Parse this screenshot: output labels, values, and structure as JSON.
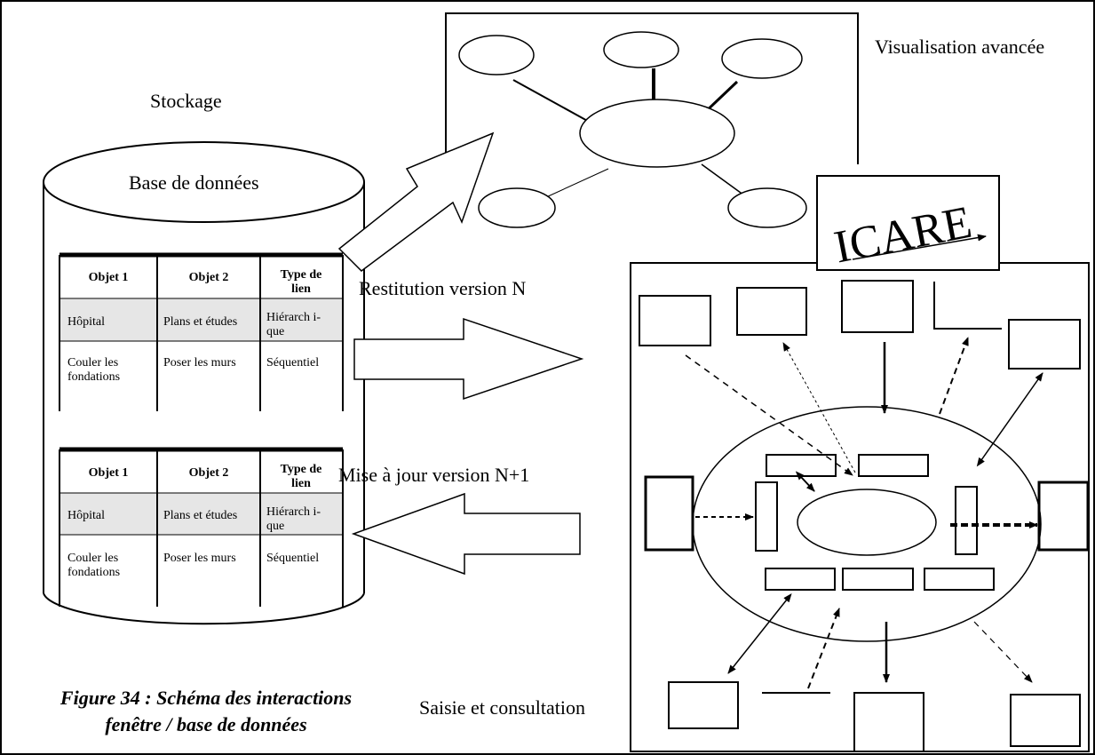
{
  "labels": {
    "stockage": "Stockage",
    "base_de_donnees": "Base de données",
    "visualisation": "Visualisation avancée",
    "restitution": "Restitution version N",
    "mise_a_jour": "Mise à jour version N+1",
    "saisie": "Saisie et consultation",
    "icare": "ICARE"
  },
  "caption": {
    "line1": "Figure 34 : Schéma des interactions",
    "line2": "fenêtre / base de données"
  },
  "table_top": {
    "headers": [
      "Objet 1",
      "Objet 2",
      "Type de",
      "lien"
    ],
    "row1": [
      "Hôpital",
      "Plans et études",
      "Hiérarch i-",
      "que"
    ],
    "row2": [
      "Couler les",
      "fondations",
      "Poser les murs",
      "Séquentiel"
    ]
  },
  "table_bottom": {
    "headers": [
      "Objet 1",
      "Objet 2",
      "Type de",
      "lien"
    ],
    "row1": [
      "Hôpital",
      "Plans et études",
      "Hiérarch i-",
      "que"
    ],
    "row2": [
      "Couler les",
      "fondations",
      "Poser les murs",
      "Séquentiel"
    ]
  },
  "colors": {
    "line": "#000000",
    "shaded_row": "#e6e6e6",
    "background": "#ffffff"
  }
}
